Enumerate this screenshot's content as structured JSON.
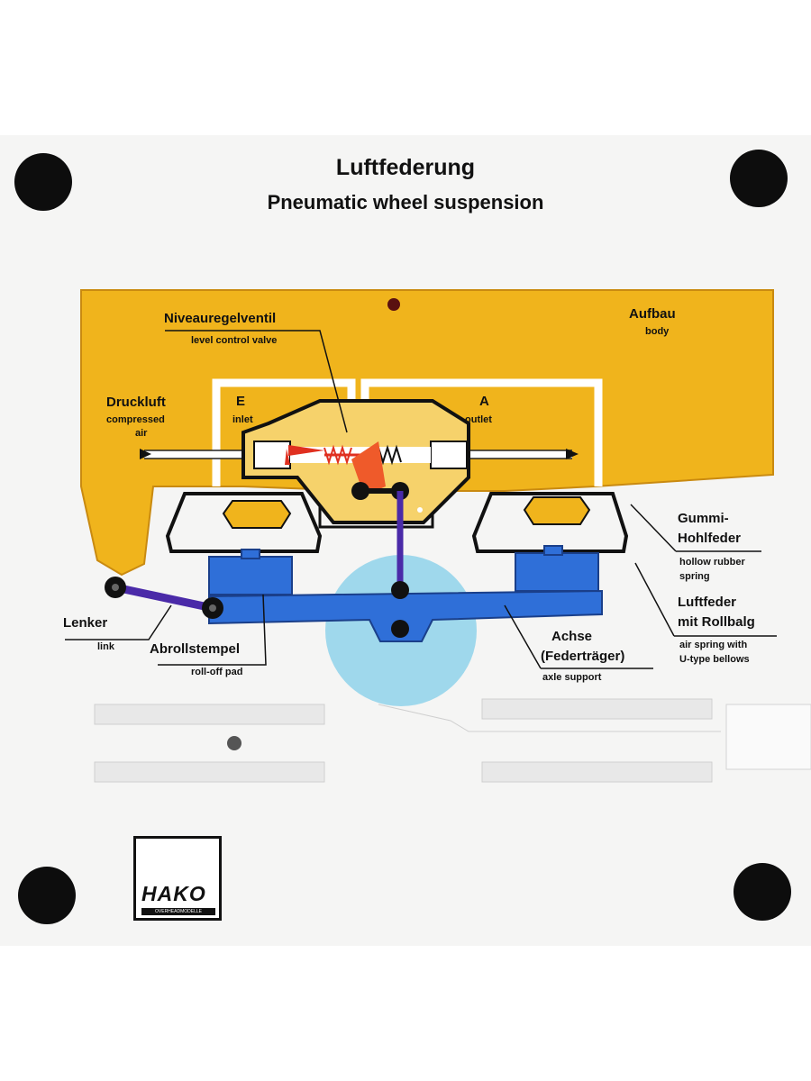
{
  "title": {
    "de": "Luftfederung",
    "en": "Pneumatic wheel suspension"
  },
  "labels": {
    "valve": {
      "de": "Niveauregelventil",
      "en": "level control valve"
    },
    "body": {
      "de": "Aufbau",
      "en": "body"
    },
    "air": {
      "de": "Druckluft",
      "en1": "compressed",
      "en2": "air"
    },
    "inlet": {
      "de": "E",
      "en": "inlet"
    },
    "outlet": {
      "de": "A",
      "en": "outlet"
    },
    "rubber": {
      "de1": "Gummi-",
      "de2": "Hohlfeder",
      "en1": "hollow rubber",
      "en2": "spring"
    },
    "airspring": {
      "de1": "Luftfeder",
      "de2": "mit Rollbalg",
      "en1": "air spring with",
      "en2": "U-type bellows"
    },
    "link": {
      "de": "Lenker",
      "en": "link"
    },
    "pad": {
      "de": "Abrollstempel",
      "en": "roll-off pad"
    },
    "axle": {
      "de1": "Achse",
      "de2": "(Federträger)",
      "en": "axle support"
    }
  },
  "logo": {
    "name": "HAKO",
    "sub": "OVERHEADMODELLE"
  },
  "colors": {
    "body": "#f0b41c",
    "axle": "#2f6fd8",
    "wheel": "#8fd2ea",
    "valve": "#e03020",
    "link": "#4a2aa8"
  }
}
